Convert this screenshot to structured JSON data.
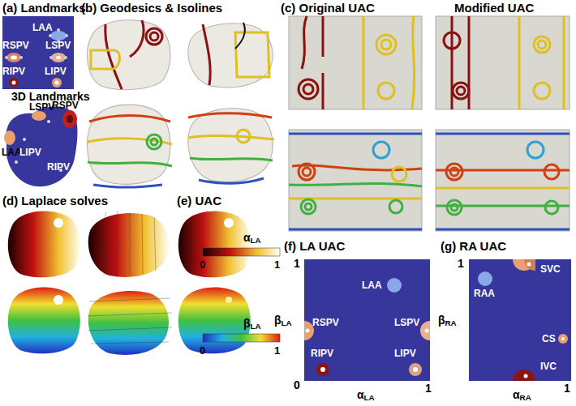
{
  "diagram": {
    "labels": [
      "(a) Landmarks",
      "LAA",
      "RSPV",
      "LSPV",
      "RIPV",
      "LIPV",
      "3D Landmarks",
      "LSPV",
      "RSPV",
      "LAA",
      "LIPV",
      "RIPV",
      "(b) Geodesics & Isolines",
      "(c) Original UAC",
      "Modified UAC",
      "(d) Laplace solves",
      "(e) UAC",
      "αLA",
      "0",
      "1",
      "βLA",
      "0",
      "1",
      "(f) LA UAC",
      "1",
      "βLA",
      "0",
      "1",
      "αLA",
      "LAA",
      "RSPV",
      "LSPV",
      "RIPV",
      "LIPV",
      "(g) RA UAC",
      "1",
      "βRA",
      "1",
      "αRA",
      "RAA",
      "SVC",
      "CS",
      "IVC"
    ]
  }
}
